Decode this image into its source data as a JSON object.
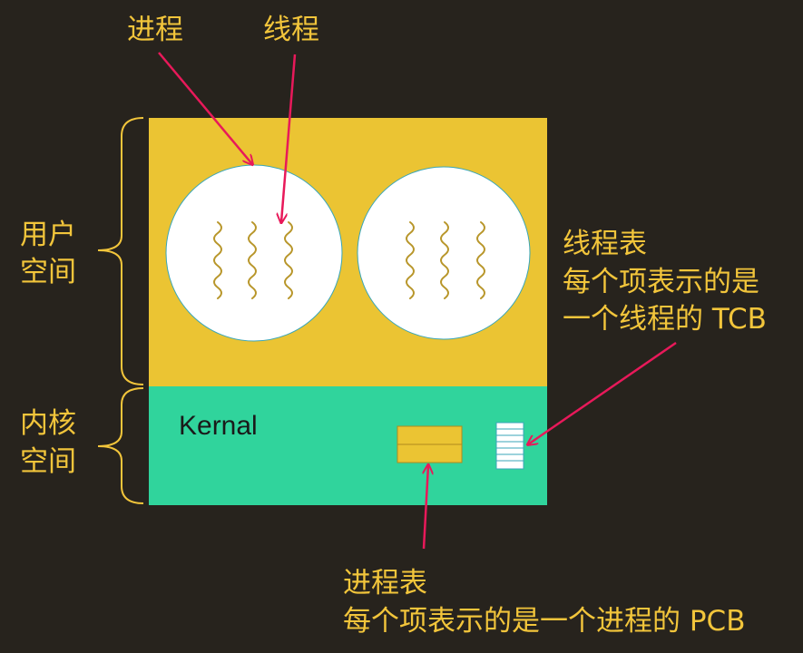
{
  "labels": {
    "process": "进程",
    "thread": "线程",
    "user_space_line1": "用户",
    "user_space_line2": "空间",
    "kernel_space_line1": "内核",
    "kernel_space_line2": "空间",
    "kernel": "Kernal"
  },
  "thread_table": {
    "title": "线程表",
    "line1": "每个项表示的是",
    "line2": "一个线程的 TCB"
  },
  "process_table": {
    "title": "进程表",
    "line1": "每个项表示的是一个进程的 PCB"
  },
  "colors": {
    "background": "#27231d",
    "label_text": "#f2c53b",
    "user_space": "#ebc433",
    "kernel_space": "#30d49c",
    "arrow": "#e8195a",
    "thread_wave": "#b8962a",
    "bracket": "#f2c53b"
  }
}
